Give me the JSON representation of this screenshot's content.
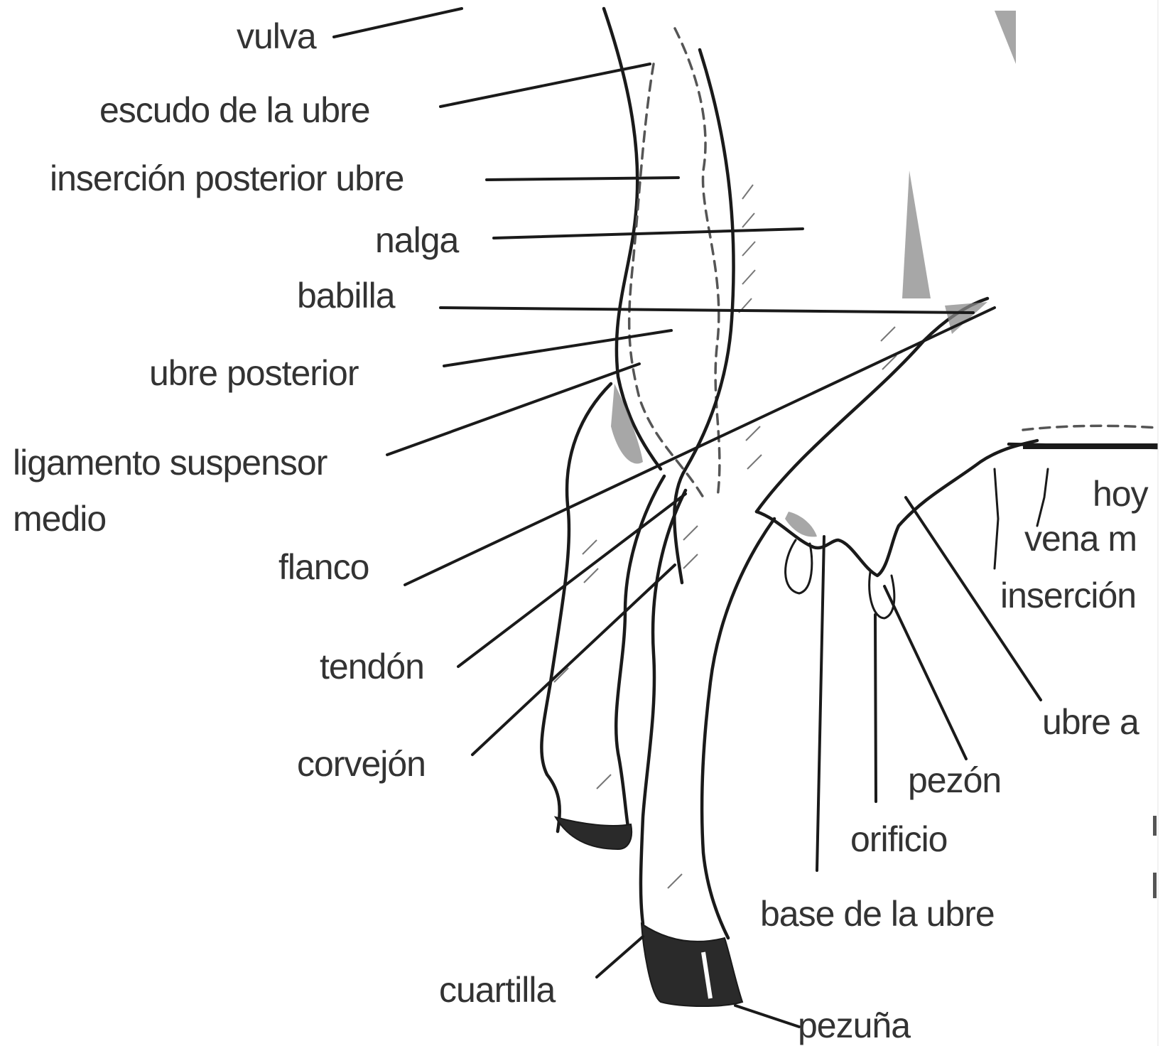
{
  "labels": {
    "vulva": "vulva",
    "escudo": "escudo de la ubre",
    "insercion_posterior": "inserción posterior ubre",
    "nalga": "nalga",
    "babilla": "babilla",
    "ubre_posterior": "ubre posterior",
    "ligamento_1": "ligamento suspensor",
    "ligamento_2": "medio",
    "flanco": "flanco",
    "tendon": "tendón",
    "corvejon": "corvejón",
    "cuartilla": "cuartilla",
    "pezuna": "pezuña",
    "base_ubre": "base de la ubre",
    "orificio": "orificio",
    "pezon": "pezón",
    "ubre_anterior": "ubre a",
    "hoyo": "hoy",
    "vena": "vena m",
    "insercion_anterior": "inserción"
  }
}
